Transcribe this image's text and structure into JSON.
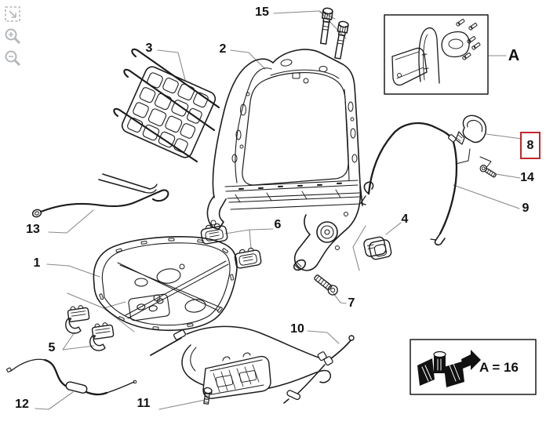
{
  "toolbar": {
    "icons": [
      {
        "name": "fit-page-icon"
      },
      {
        "name": "zoom-in-icon"
      },
      {
        "name": "zoom-out-icon"
      }
    ]
  },
  "callouts": {
    "c1": "1",
    "c2": "2",
    "c3": "3",
    "c4": "4",
    "c5": "5",
    "c6": "6",
    "c7": "7",
    "c8": "8",
    "c9": "9",
    "c10": "10",
    "c11": "11",
    "c12": "12",
    "c13": "13",
    "c14": "14",
    "c15": "15"
  },
  "inset": {
    "label": "A"
  },
  "legend": {
    "text": "A = 16"
  },
  "highlight": {
    "part": "8",
    "color": "#c0272d"
  },
  "colors": {
    "background": "#ffffff",
    "line": "#1c1c1c",
    "leader": "#8a8a8a",
    "icon": "#b3b7ba"
  }
}
